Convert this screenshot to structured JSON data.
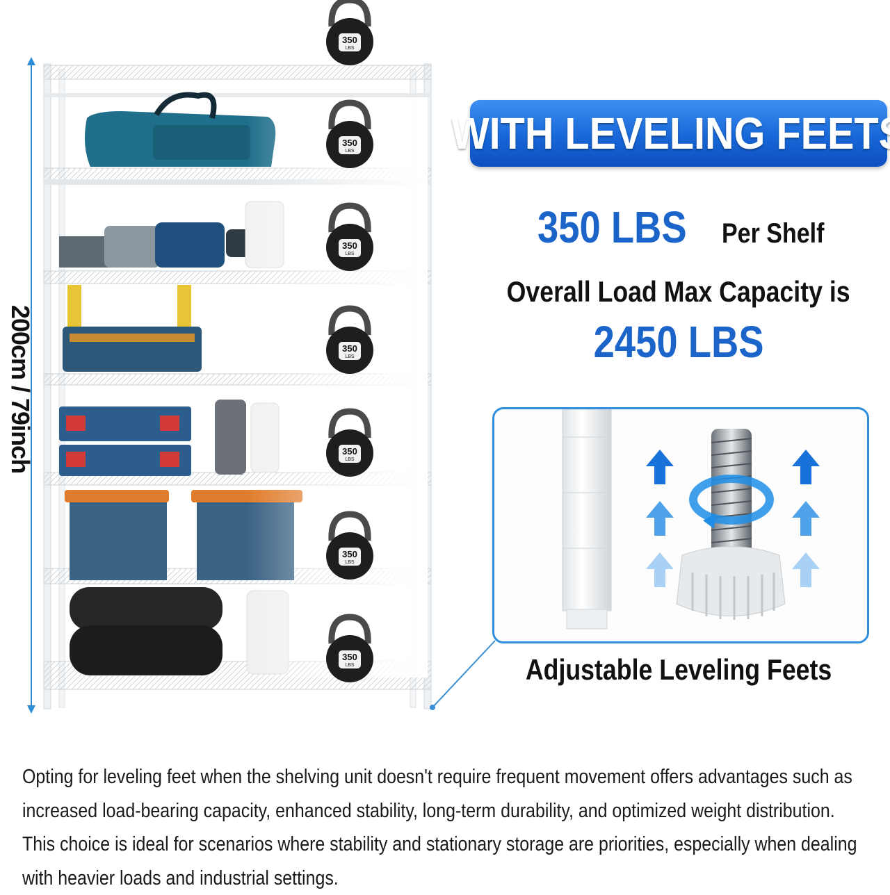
{
  "dimension": {
    "label": "200cm / 79inch"
  },
  "shelf": {
    "kettlebell_label": "350",
    "kettlebell_unit": "LBS",
    "kettlebell_count": 7,
    "frame_color": "#e9ecef",
    "accent_color": "#2d8cd6"
  },
  "banner": {
    "title": "WITH LEVELING FEETS",
    "color": "#1767d8"
  },
  "capacity": {
    "per_shelf_value": "350 LBS",
    "per_shelf_unit": "Per Shelf",
    "overall_label": "Overall Load Max Capacity is",
    "overall_value": "2450 LBS"
  },
  "inset": {
    "caption": "Adjustable Leveling Feets",
    "border_color": "#2f8fdc",
    "icons": [
      "up-arrow-icon",
      "rotate-arrow-icon"
    ]
  },
  "description": {
    "lines": [
      "Opting for leveling feet when the shelving unit doesn't require frequent movement offers advantages such as",
      "increased load-bearing capacity, enhanced stability, long-term durability, and optimized weight distribution.",
      "This choice is ideal for scenarios where stability and stationary storage are priorities, especially when dealing",
      "with heavier loads and industrial settings."
    ]
  }
}
